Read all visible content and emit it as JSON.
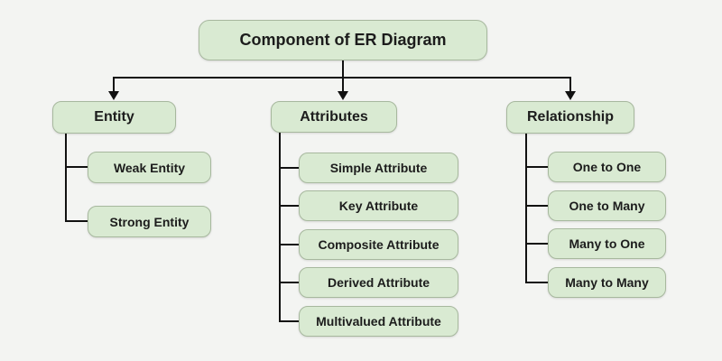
{
  "colors": {
    "canvas_background": "#f3f4f2",
    "node_fill": "#d9ead2",
    "node_border": "#a7b89e",
    "text": "#1c1c1c",
    "connector_line": "#111111"
  },
  "diagram": {
    "title": "Component of ER Diagram",
    "branches": [
      {
        "label": "Entity",
        "children": [
          "Weak Entity",
          "Strong Entity"
        ]
      },
      {
        "label": "Attributes",
        "children": [
          "Simple Attribute",
          "Key Attribute",
          "Composite Attribute",
          "Derived Attribute",
          "Multivalued Attribute"
        ]
      },
      {
        "label": "Relationship",
        "children": [
          "One to One",
          "One to Many",
          "Many to One",
          "Many to Many"
        ]
      }
    ]
  }
}
